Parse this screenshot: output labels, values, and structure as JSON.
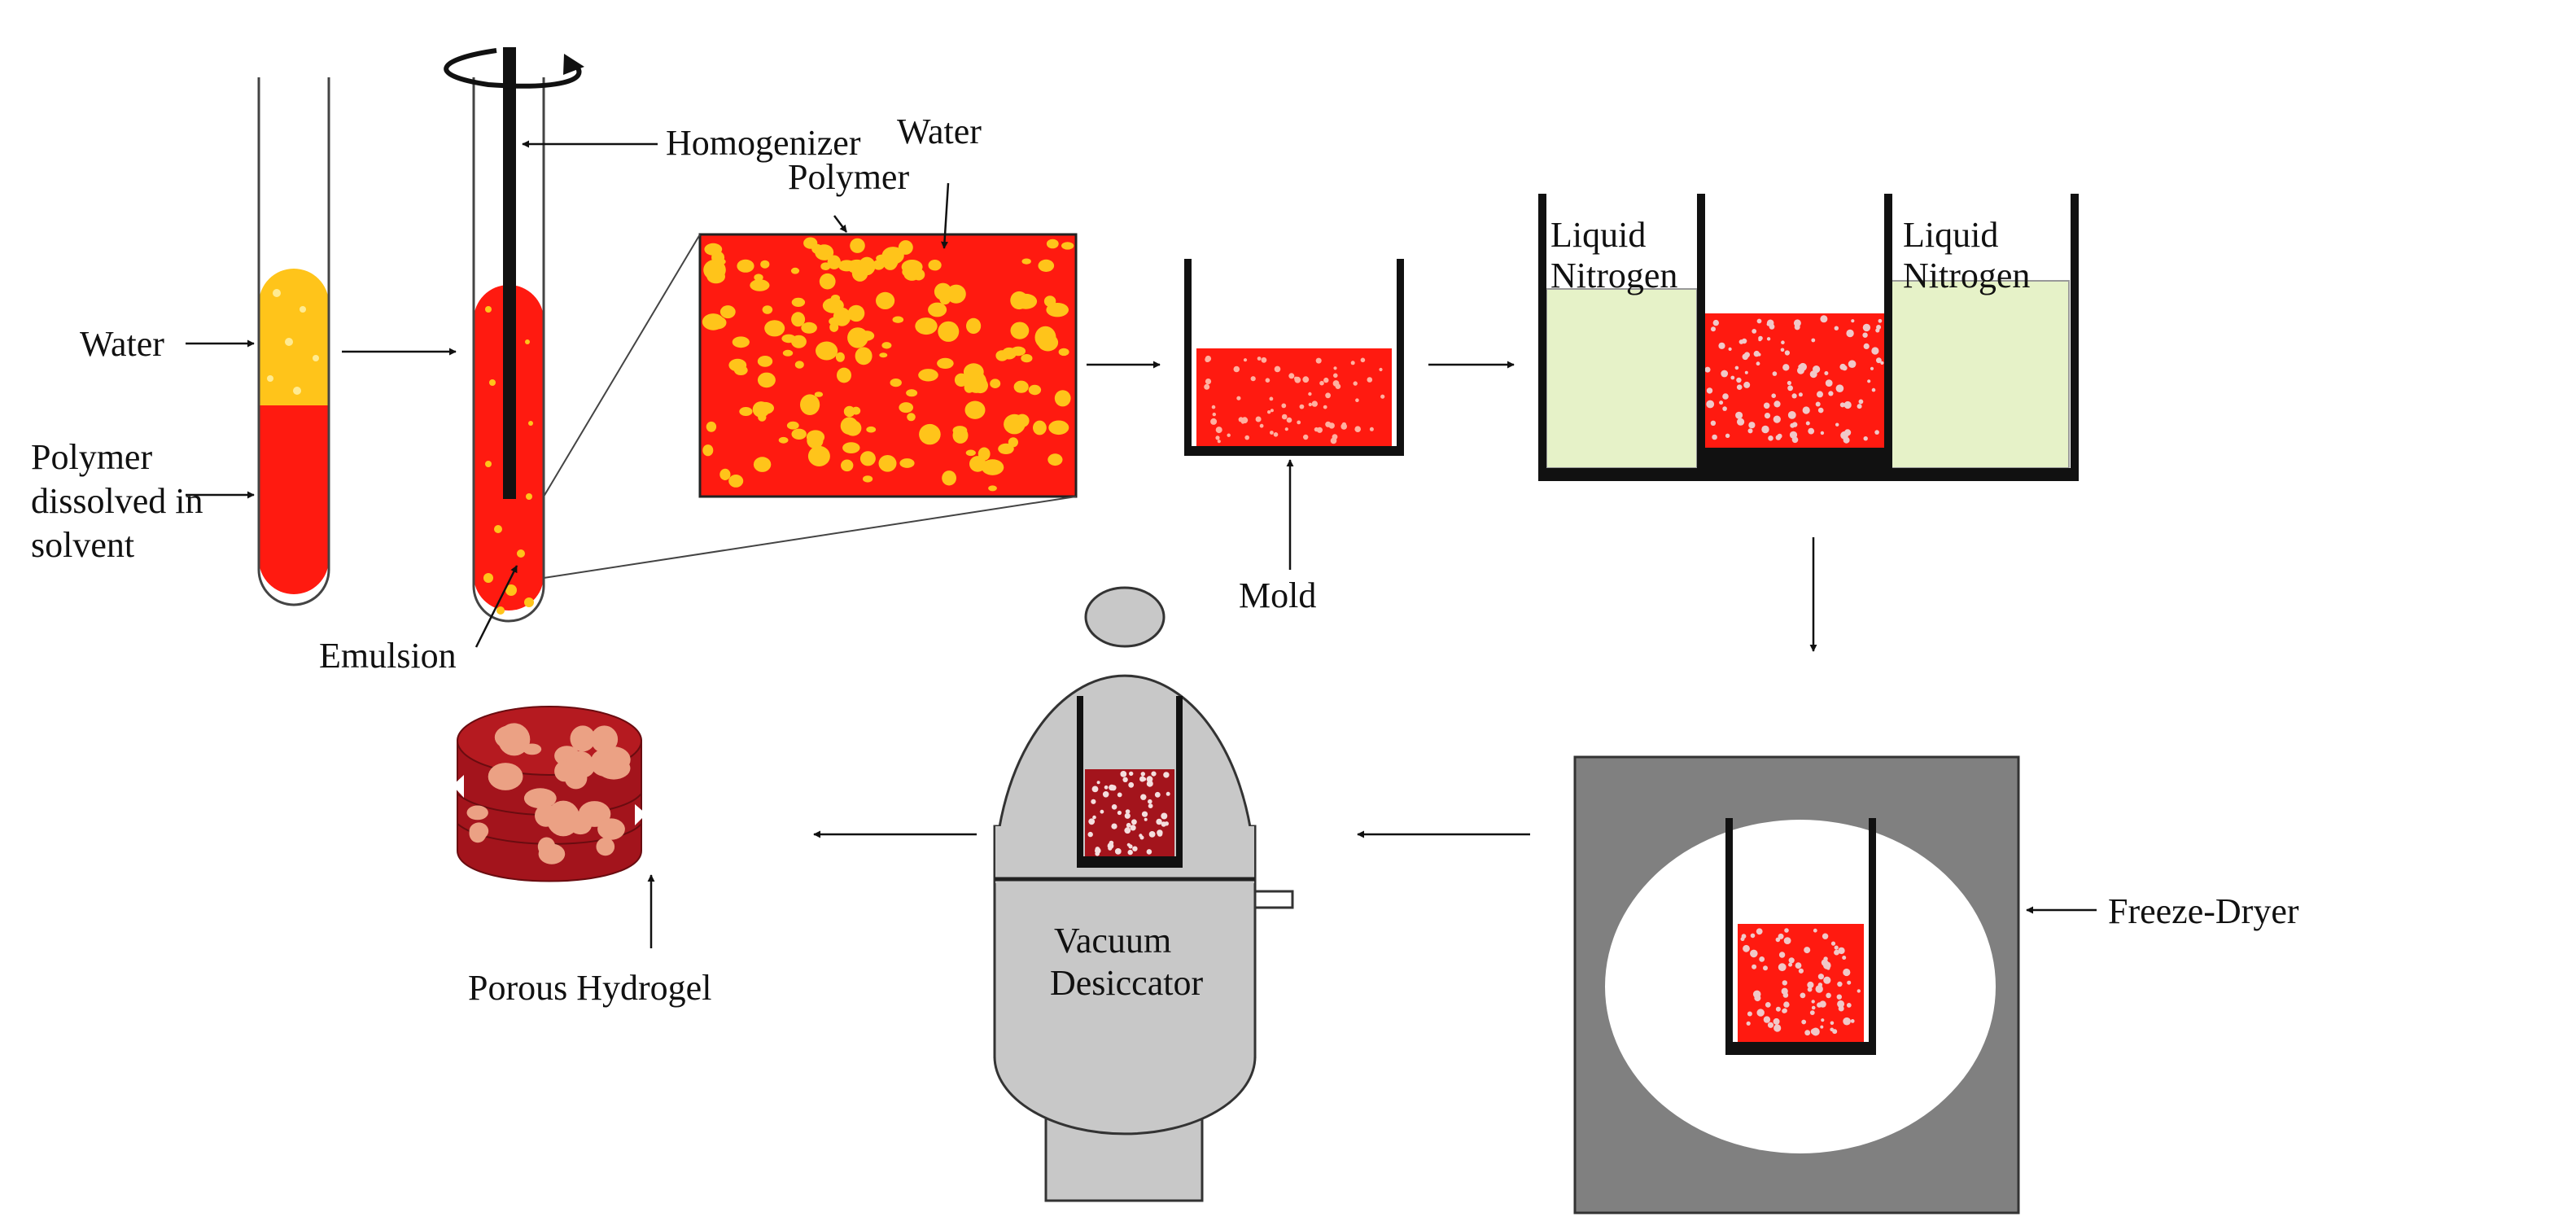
{
  "labels": {
    "water_tube": "Water",
    "polymer_line1": "Polymer",
    "polymer_line2": "dissolved in",
    "polymer_line3": "solvent",
    "homogenizer": "Homogenizer",
    "zoom_water": "Water",
    "zoom_polymer": "Polymer",
    "emulsion": "Emulsion",
    "mold": "Mold",
    "ln2_left_line1": "Liquid",
    "ln2_left_line2": "Nitrogen",
    "ln2_right_line1": "Liquid",
    "ln2_right_line2": "Nitrogen",
    "freeze_dryer": "Freeze-Dryer",
    "vacuum_line1": "Vacuum",
    "vacuum_line2": "Desiccator",
    "porous_hydrogel": "Porous Hydrogel"
  },
  "colors": {
    "polymer_red": "#ff1a10",
    "water_yellow": "#ffc41a",
    "frozen_pores": "#f0c8c8",
    "liquid_nitrogen": "#e6f2c8",
    "chamber_gray": "#808080",
    "desiccator_gray": "#c8c8c8",
    "hydrogel_dark": "#a3141c",
    "hydrogel_pores": "#eba184"
  }
}
